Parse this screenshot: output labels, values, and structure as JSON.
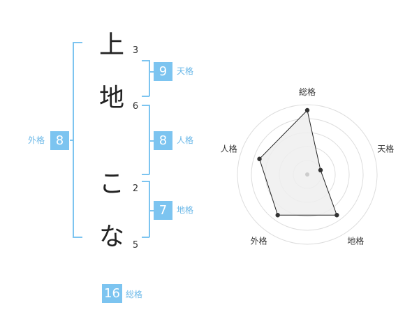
{
  "name": {
    "characters": [
      {
        "char": "上",
        "strokes": "3"
      },
      {
        "char": "地",
        "strokes": "6"
      },
      {
        "char": "こ",
        "strokes": "2"
      },
      {
        "char": "な",
        "strokes": "5"
      }
    ]
  },
  "scores": {
    "tenkaku": {
      "value": "9",
      "label": "天格"
    },
    "jinkaku": {
      "value": "8",
      "label": "人格"
    },
    "chikaku": {
      "value": "7",
      "label": "地格"
    },
    "gaikaku": {
      "value": "8",
      "label": "外格"
    },
    "soukaku": {
      "value": "16",
      "label": "総格"
    }
  },
  "colors": {
    "accent": "#7cc4f0",
    "accent_text": "#6bb8e8",
    "radar_fill": "#eeeeee",
    "radar_grid": "#dddddd",
    "radar_line": "#222222"
  },
  "chart_data": {
    "type": "radar",
    "axes": [
      "総格",
      "天格",
      "地格",
      "外格",
      "人格"
    ],
    "values": [
      4.6,
      1.0,
      3.6,
      3.6,
      3.6
    ],
    "max": 5,
    "rings": 5
  }
}
